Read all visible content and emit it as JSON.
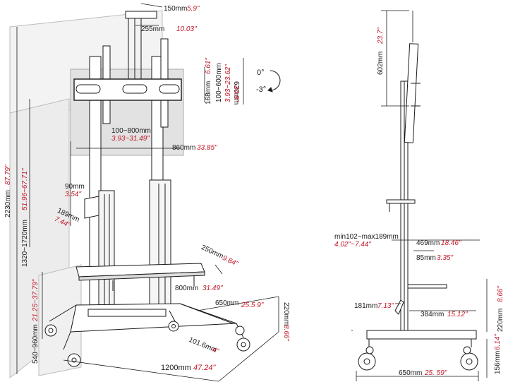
{
  "colors": {
    "line": "#1a1a1a",
    "accent": "#c0192a",
    "shade": "#e6e6e6",
    "background": "#ffffff"
  },
  "front": {
    "top_plate_mm": "150mm",
    "top_plate_in": "5.9\"",
    "pole_spacing_mm": "255mm",
    "pole_spacing_in": "10.03\"",
    "bracket_height_mm": "168mm",
    "bracket_height_in": "6.61\"",
    "vesa_v_mm": "100~600mm",
    "vesa_v_in": "3.93~23.62\"",
    "bracket_span_mm": "630mm",
    "bracket_span_in": "24.8\"",
    "tilt_up": "0°",
    "tilt_down": "-3°",
    "vesa_h_mm": "100~800mm",
    "vesa_h_in": "3.93~31.49\"",
    "arm_width_mm": "860mm",
    "arm_width_in": "33.85\"",
    "total_height_mm": "2230mm",
    "total_height_in": "87.79\"",
    "mount_height_mm": "1320~1720mm",
    "mount_height_in": "51.96~67.71\"",
    "clamp_w_mm": "90mm",
    "clamp_w_in": "3.54\"",
    "clamp_d_mm": "189mm",
    "clamp_d_in": "7.44\"",
    "shelf_depth_mm": "250mm",
    "shelf_depth_in": "9.84\"",
    "shelf_width_mm": "800mm",
    "shelf_width_in": "31.49\"",
    "shelf_height_mm": "540~960mm",
    "shelf_height_in": "21.25~37.79\"",
    "base_depth_mm": "650mm",
    "base_depth_in": "25.5 9\"",
    "base_height_mm": "220mm",
    "base_height_in": "8.66\"",
    "caster_mm": "101.6mm",
    "caster_in": "4\"",
    "base_width_mm": "1200mm",
    "base_width_in": "47.24\""
  },
  "side": {
    "screen_height_mm": "602mm",
    "screen_height_in": "23.7\"",
    "offset_mm": "min102~max189mm",
    "offset_in": "4.02\"~7.44\"",
    "reach_mm": "469mm",
    "reach_in": "18.46\"",
    "tray_mm": "85mm",
    "tray_in": "3.35\"",
    "handle_mm": "181mm",
    "handle_in": "7.13\"",
    "rear_mm": "384mm",
    "rear_in": "15.12\"",
    "base_height_mm": "220mm",
    "base_height_in": "8.66\"",
    "wheel_height_mm": "156mm",
    "wheel_height_in": "6.14\"",
    "base_depth_mm": "650mm",
    "base_depth_in": "25. 59\""
  }
}
